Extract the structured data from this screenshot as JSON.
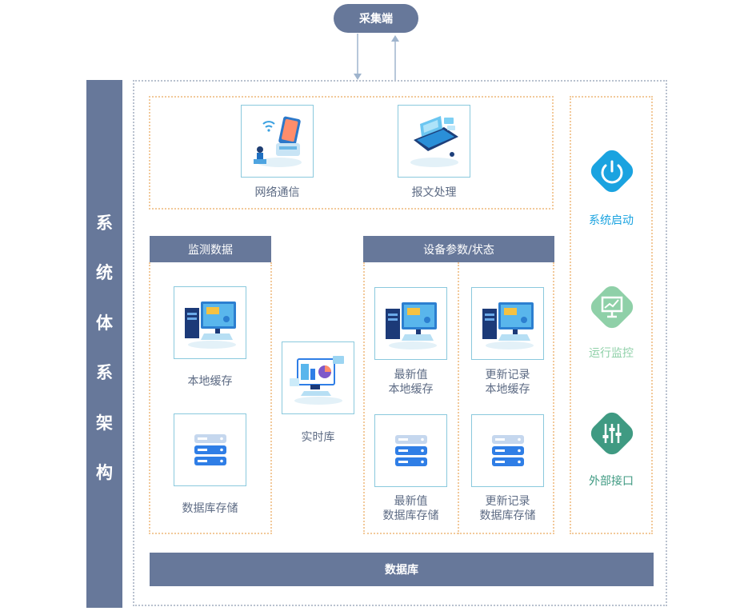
{
  "top": {
    "collector_label": "采集端"
  },
  "left_bar": {
    "title_chars": [
      "系",
      "统",
      "体",
      "系",
      "架",
      "构"
    ]
  },
  "communication": {
    "items": [
      {
        "label": "网络通信",
        "icon": "network-communication-icon"
      },
      {
        "label": "报文处理",
        "icon": "message-processing-icon"
      }
    ]
  },
  "monitoring": {
    "header": "监测数据",
    "local_cache_label": "本地缓存",
    "db_storage_label": "数据库存储"
  },
  "realtime": {
    "label": "实时库"
  },
  "device": {
    "header": "设备参数/状态",
    "latest_cache_line1": "最新值",
    "latest_cache_line2": "本地缓存",
    "update_cache_line1": "更新记录",
    "update_cache_line2": "本地缓存",
    "latest_db_line1": "最新值",
    "latest_db_line2": "数据库存储",
    "update_db_line1": "更新记录",
    "update_db_line2": "数据库存储"
  },
  "side": {
    "startup": {
      "label": "系统启动",
      "color": "#1aa3e0"
    },
    "monitor": {
      "label": "运行监控",
      "color": "#8fd0a8"
    },
    "interface": {
      "label": "外部接口",
      "color": "#3f9a82"
    }
  },
  "bottom": {
    "database_label": "数据库"
  },
  "colors": {
    "primary_bar": "#67789a",
    "card_border": "#8ac9dd",
    "dotted_orange": "#f2c99a",
    "dotted_gray": "#b9c1cf"
  }
}
